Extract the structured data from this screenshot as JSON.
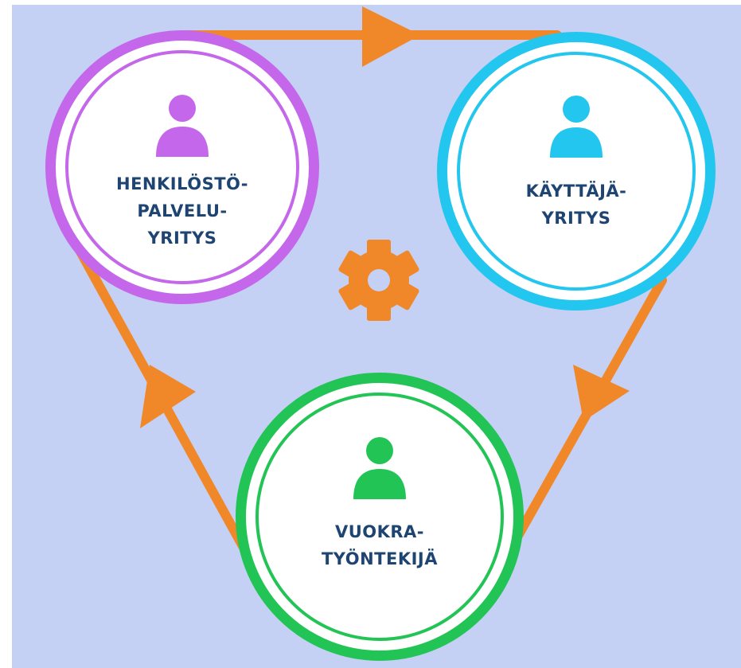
{
  "colors": {
    "background": "#c4d0f4",
    "arrow": "#f0882a",
    "gear": "#f0882a",
    "label": "#1e4472"
  },
  "nodes": [
    {
      "id": "henkilostopalveluyritys",
      "lines": [
        "HENKILÖSTÖ-",
        "PALVELU-",
        "YRITYS"
      ],
      "color": "#c467ea",
      "icon": "person-icon"
    },
    {
      "id": "kayttajayritys",
      "lines": [
        "KÄYTTÄJÄ-",
        "YRITYS"
      ],
      "color": "#23c6ee",
      "icon": "person-icon"
    },
    {
      "id": "vuokratyontekija",
      "lines": [
        "VUOKRA-",
        "TYÖNTEKIJÄ"
      ],
      "color": "#22c455",
      "icon": "person-icon"
    }
  ],
  "center_icon": "gear-icon",
  "edges": [
    {
      "from": "henkilostopalveluyritys",
      "to": "kayttajayritys"
    },
    {
      "from": "kayttajayritys",
      "to": "vuokratyontekija"
    },
    {
      "from": "vuokratyontekija",
      "to": "henkilostopalveluyritys"
    }
  ]
}
